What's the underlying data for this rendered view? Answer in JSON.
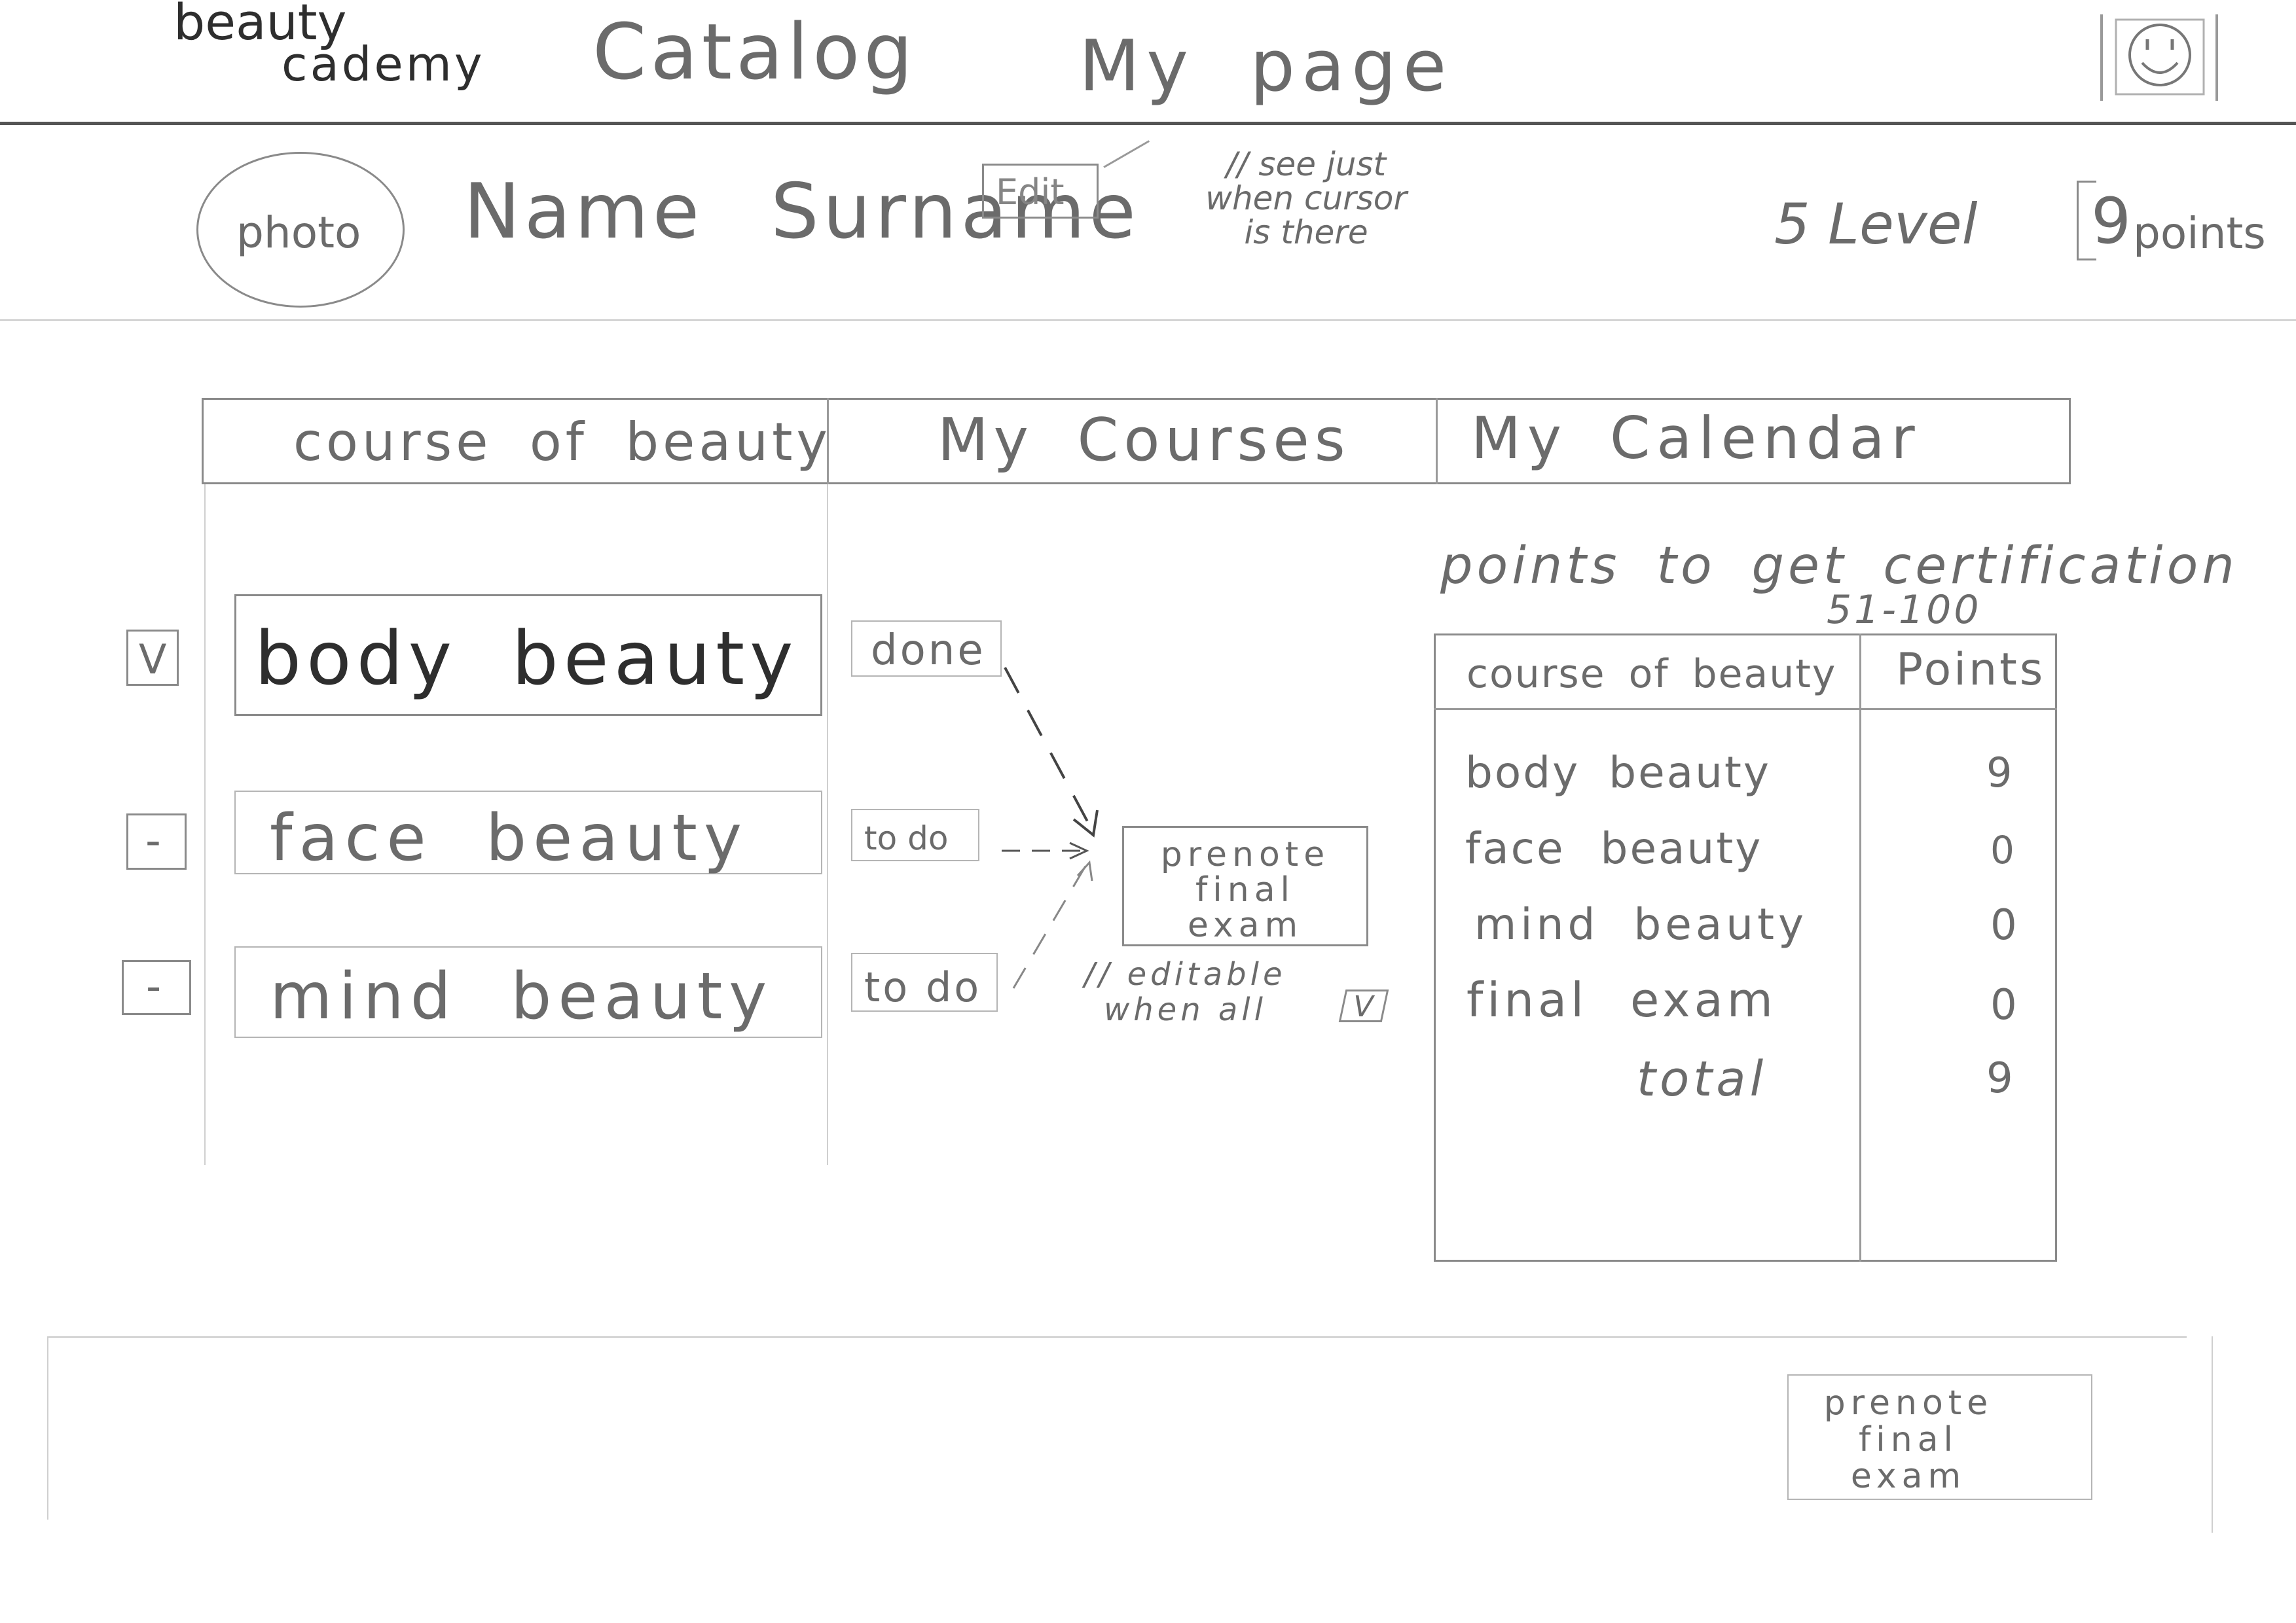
{
  "header": {
    "logo_line1": "beauty",
    "logo_line2": "cademy",
    "nav": [
      {
        "label": "Catalog"
      },
      {
        "label": "My page"
      }
    ],
    "user_icon": "smiley-face-icon"
  },
  "profile": {
    "photo_label": "photo",
    "name": "Name Surname",
    "edit_label": "Edit",
    "edit_note_line1": "// see just",
    "edit_note_line2": "when cursor",
    "edit_note_line3": "is there",
    "level": "5 Level",
    "points_value": "9",
    "points_label": "points"
  },
  "tabs": [
    {
      "label": "course of beauty"
    },
    {
      "label": "My Courses"
    },
    {
      "label": "My Calendar"
    }
  ],
  "courses": [
    {
      "check": "V",
      "name": "body beauty",
      "status": "done"
    },
    {
      "check": "-",
      "name": "face beauty",
      "status": "to do"
    },
    {
      "check": "-",
      "name": "mind beauty",
      "status": "to do"
    }
  ],
  "prenote": {
    "line1": "prenote",
    "line2": "final",
    "line3": "exam",
    "note_line1": "// editable",
    "note_line2": "when all",
    "note_check": "V"
  },
  "certification": {
    "title": "points to get certification",
    "range": "51-100",
    "col_course": "course of beauty",
    "col_points": "Points",
    "rows": [
      {
        "course": "body beauty",
        "points": "9"
      },
      {
        "course": "face beauty",
        "points": "0"
      },
      {
        "course": "mind beauty",
        "points": "0"
      },
      {
        "course": "final exam",
        "points": "0"
      }
    ],
    "total_label": "total",
    "total_value": "9"
  },
  "footer": {
    "prenote_line1": "prenote",
    "prenote_line2": "final",
    "prenote_line3": "exam"
  }
}
